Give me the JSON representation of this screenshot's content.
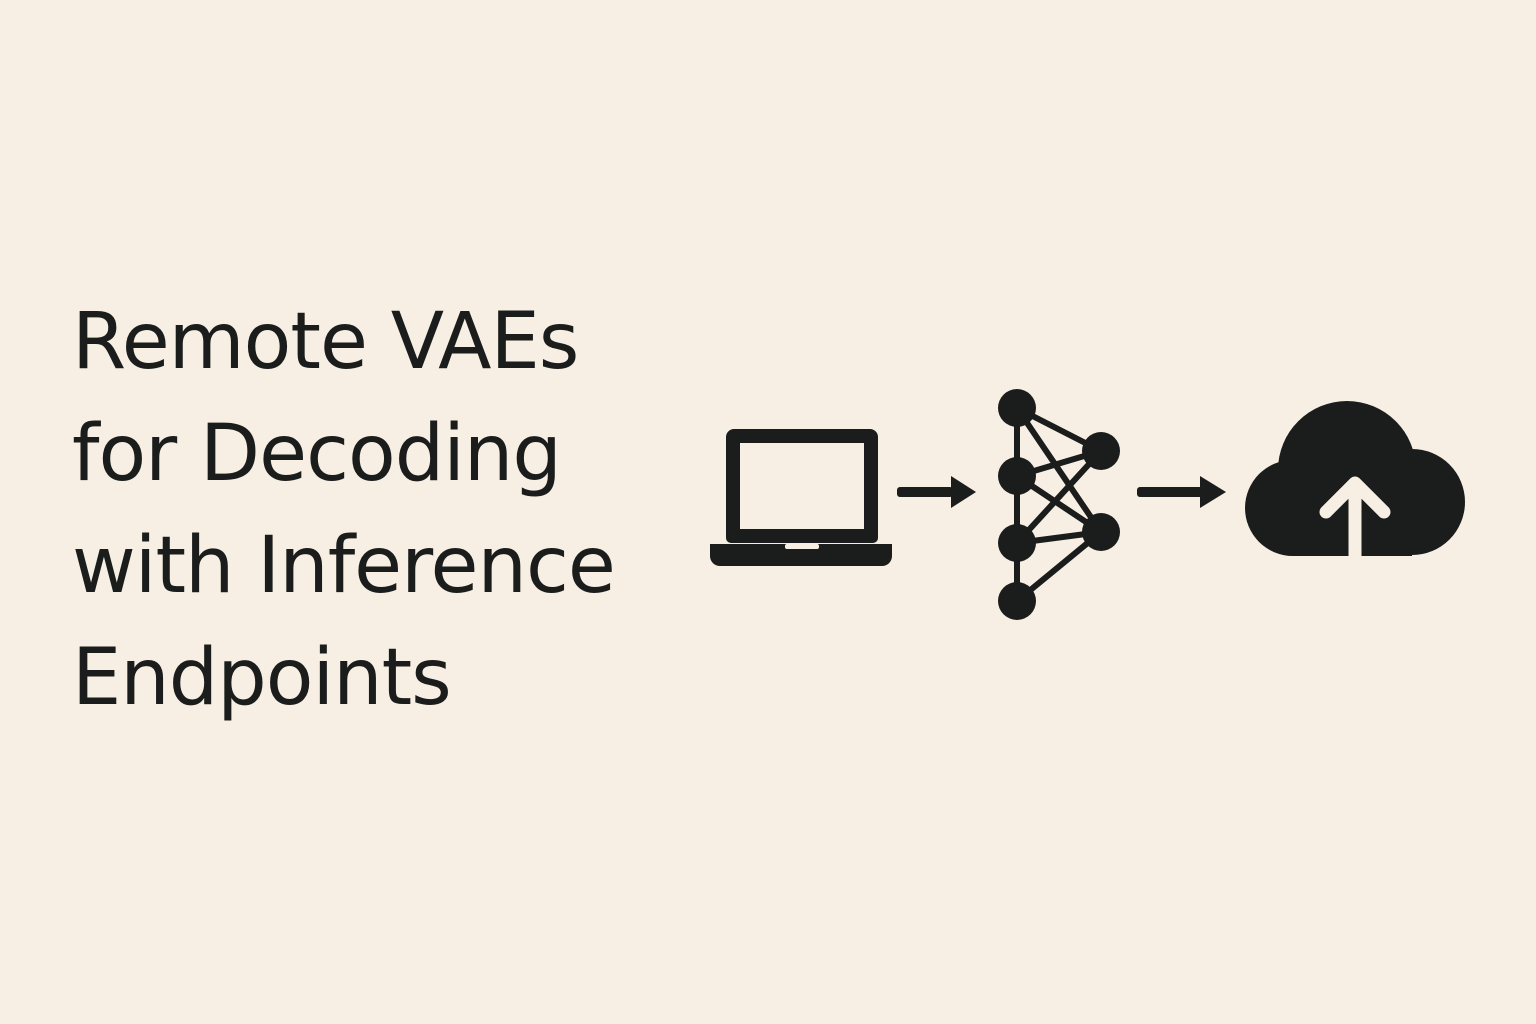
{
  "title": {
    "lines": [
      "Remote VAEs",
      "for Decoding",
      "with Inference",
      "Endpoints"
    ]
  },
  "diagram": {
    "nodes": [
      {
        "icon": "laptop-icon"
      },
      {
        "icon": "neural-network-icon"
      },
      {
        "icon": "cloud-upload-icon"
      }
    ],
    "connectors": [
      "arrow-right-icon",
      "arrow-right-icon"
    ]
  },
  "colors": {
    "background": "#f7efe3",
    "ink": "#1b1d1c"
  }
}
